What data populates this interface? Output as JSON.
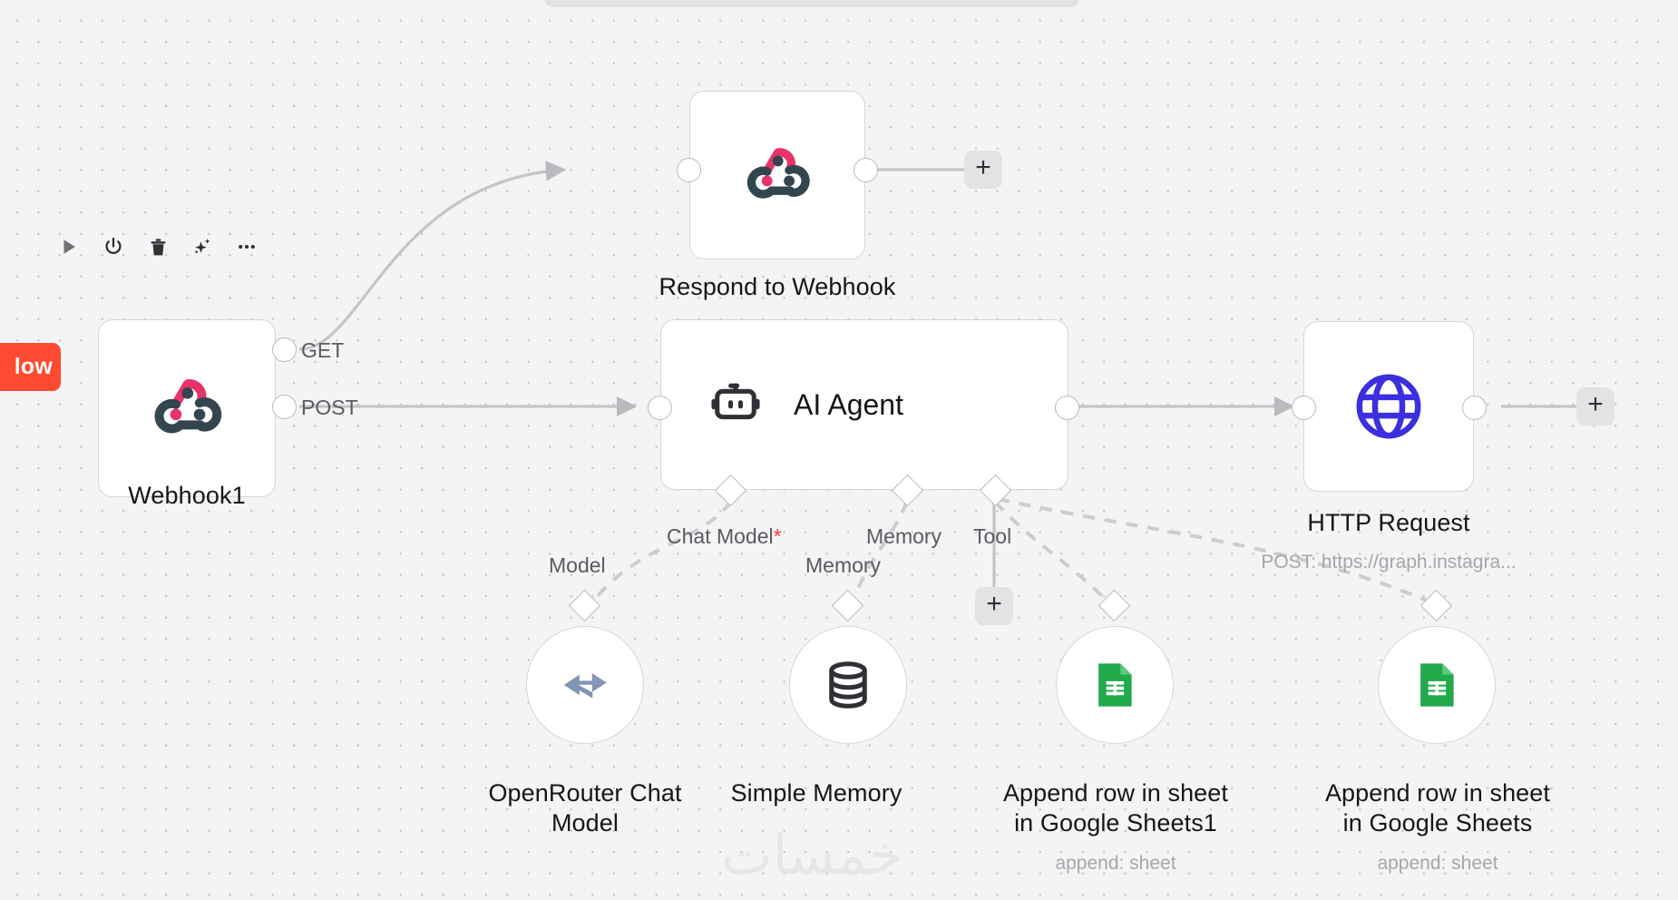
{
  "app": {
    "canvas_name": "n8n-workflow-canvas"
  },
  "toolbar": {
    "items": [
      {
        "name": "execute-node-button",
        "icon": "play-icon"
      },
      {
        "name": "deactivate-node-button",
        "icon": "power-icon"
      },
      {
        "name": "delete-node-button",
        "icon": "trash-icon"
      },
      {
        "name": "ai-assist-button",
        "icon": "sparkle-icon"
      },
      {
        "name": "more-options-button",
        "icon": "ellipsis-icon"
      }
    ]
  },
  "buttons": {
    "workflow_action_label": "low",
    "plus_label": "+"
  },
  "nodes": {
    "webhook1": {
      "title": "Webhook1",
      "icon": "webhook-icon",
      "outputs": [
        {
          "label": "GET"
        },
        {
          "label": "POST"
        }
      ]
    },
    "respond_to_webhook": {
      "title": "Respond to Webhook",
      "icon": "webhook-icon"
    },
    "ai_agent": {
      "title": "AI Agent",
      "icon": "robot-icon",
      "sub_connectors": [
        {
          "label": "Chat Model",
          "required": "*"
        },
        {
          "label": "Memory",
          "required": ""
        },
        {
          "label": "Tool",
          "required": ""
        }
      ]
    },
    "http_request": {
      "title": "HTTP Request",
      "subtitle": "POST: https://graph.instagra...",
      "icon": "globe-icon"
    },
    "openrouter_chat_model": {
      "title": "OpenRouter Chat Model",
      "title_line1": "OpenRouter Chat",
      "title_line2": "Model",
      "connector_label": "Model",
      "icon": "openrouter-icon"
    },
    "simple_memory": {
      "title": "Simple Memory",
      "connector_label": "Memory",
      "icon": "database-icon"
    },
    "google_sheets1": {
      "title_line1": "Append row in sheet",
      "title_line2": "in Google Sheets1",
      "subtitle": "append: sheet",
      "icon": "google-sheets-icon"
    },
    "google_sheets": {
      "title_line1": "Append row in sheet",
      "title_line2": "in Google Sheets",
      "subtitle": "append: sheet",
      "icon": "google-sheets-icon"
    }
  },
  "watermark": {
    "text": "خمسات"
  },
  "colors": {
    "canvas_bg": "#f4f4f5",
    "accent_orange": "#ff4a31",
    "webhook_pink": "#e8326a",
    "webhook_dark": "#33454e",
    "globe_blue": "#3b2fe0",
    "sheets_green": "#21a94a",
    "required_red": "#ff3d3d",
    "node_border": "#d6d6da",
    "wire_gray": "#c4c4c9"
  }
}
